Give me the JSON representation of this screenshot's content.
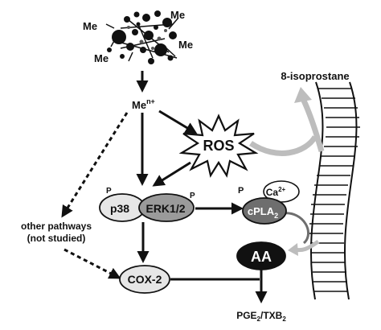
{
  "particles": {
    "me_labels": [
      "Me",
      "Me",
      "Me",
      "Me"
    ]
  },
  "nodes": {
    "metal_ion": {
      "base": "Me",
      "sup": "n+"
    },
    "ros": "ROS",
    "p38": "p38",
    "erk": "ERK1/2",
    "phospho": "P",
    "cpla2": {
      "base": "cPLA",
      "sub": "2"
    },
    "calcium": {
      "base": "Ca",
      "sup": "2+"
    },
    "aa": "AA",
    "cox2": "COX-2",
    "isoprostane": "8-isoprostane",
    "other_pathways": [
      "other pathways",
      "(not studied)"
    ],
    "products": {
      "a": "PGE",
      "a_sub": "2",
      "sep": "/TXB",
      "b_sub": "2"
    }
  },
  "colors": {
    "ink": "#111111",
    "p38_fill": "#e6e6e6",
    "erk_fill": "#9a9a9a",
    "cpla2_fill": "#6e6e6e",
    "aa_fill": "#111111",
    "curve_arrow": "#bdbdbd"
  }
}
